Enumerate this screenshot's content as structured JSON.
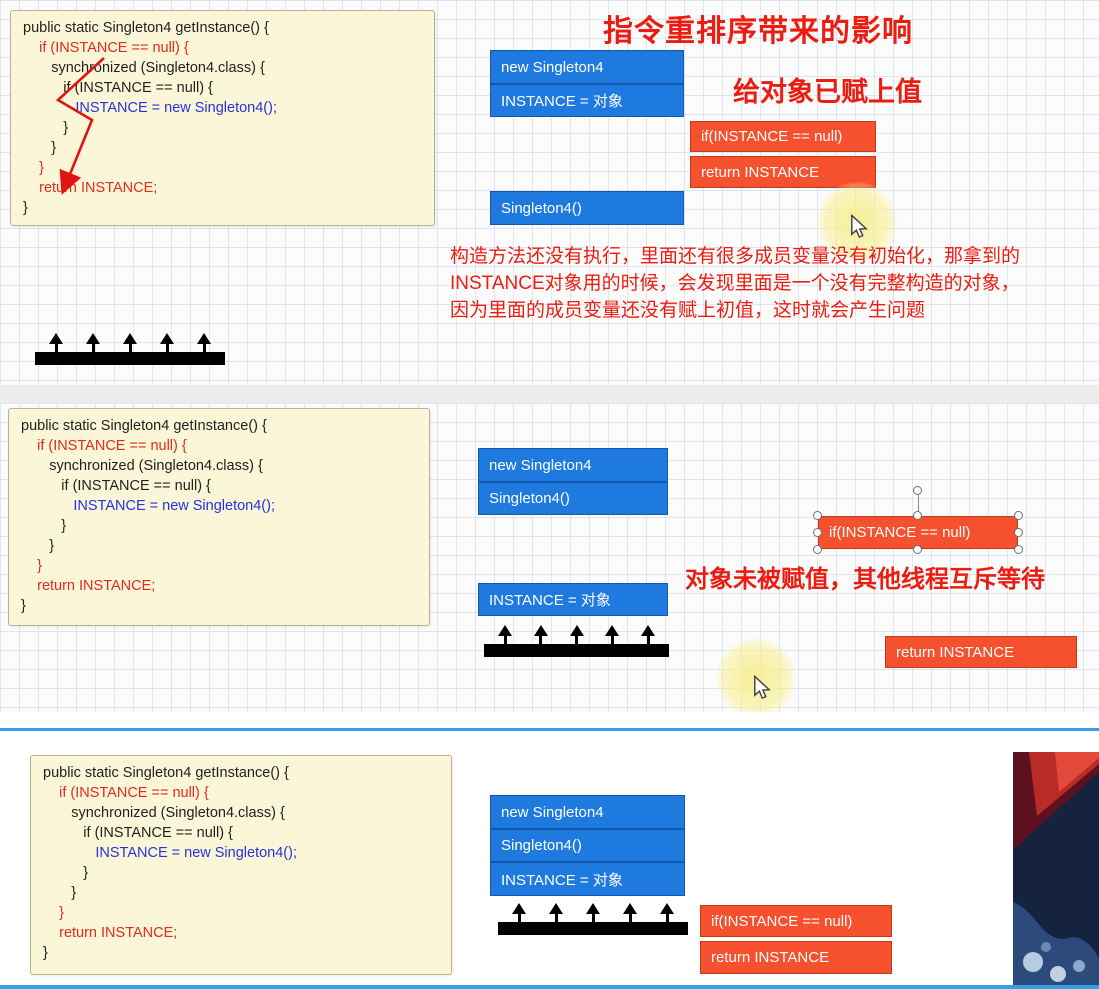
{
  "colors": {
    "blue-box": "#1f7ae0",
    "blue-border": "#1258ab",
    "orange-box": "#f5512e",
    "orange-border": "#c63a16",
    "red-text": "#ed1c11",
    "code-bg": "#fcf6d8",
    "code-border": "#bab38f",
    "code-black": "#1f1f1f",
    "code-red": "#e02b1d",
    "code-blue": "#2433dd",
    "slide-line": "#34a0e8"
  },
  "header": {
    "title": "指令重排序带来的影响"
  },
  "annotations": {
    "value_assigned": "给对象已赋上值",
    "issue_line1": "构造方法还没有执行，里面还有很多成员变量没有初始化，那拿到的",
    "issue_line2": "INSTANCE对象用的时候，会发现里面是一个没有完整构造的对象，",
    "issue_line3": "因为里面的成员变量还没有赋上初值，这时就会产生问题",
    "mutex_wait": "对象未被赋值，其他线程互斥等待"
  },
  "code_block": {
    "lines": [
      {
        "text": "public static Singleton4 getInstance() {",
        "color": "black"
      },
      {
        "text": "    if (INSTANCE == null) {",
        "color": "red"
      },
      {
        "text": "       synchronized (Singleton4.class) {",
        "color": "black"
      },
      {
        "text": "          if (INSTANCE == null) {",
        "color": "black"
      },
      {
        "text": "             INSTANCE = new Singleton4();",
        "color": "blue"
      },
      {
        "text": "          }",
        "color": "black"
      },
      {
        "text": "       }",
        "color": "black"
      },
      {
        "text": "    }",
        "color": "red"
      },
      {
        "text": "    return INSTANCE;",
        "color": "red"
      },
      {
        "text": "}",
        "color": "black"
      }
    ]
  },
  "flow_boxes": {
    "new_singleton": "new Singleton4",
    "assign_instance": "INSTANCE = 对象",
    "constructor": "Singleton4()",
    "check_null": "if(INSTANCE == null)",
    "return_instance": "return INSTANCE"
  }
}
